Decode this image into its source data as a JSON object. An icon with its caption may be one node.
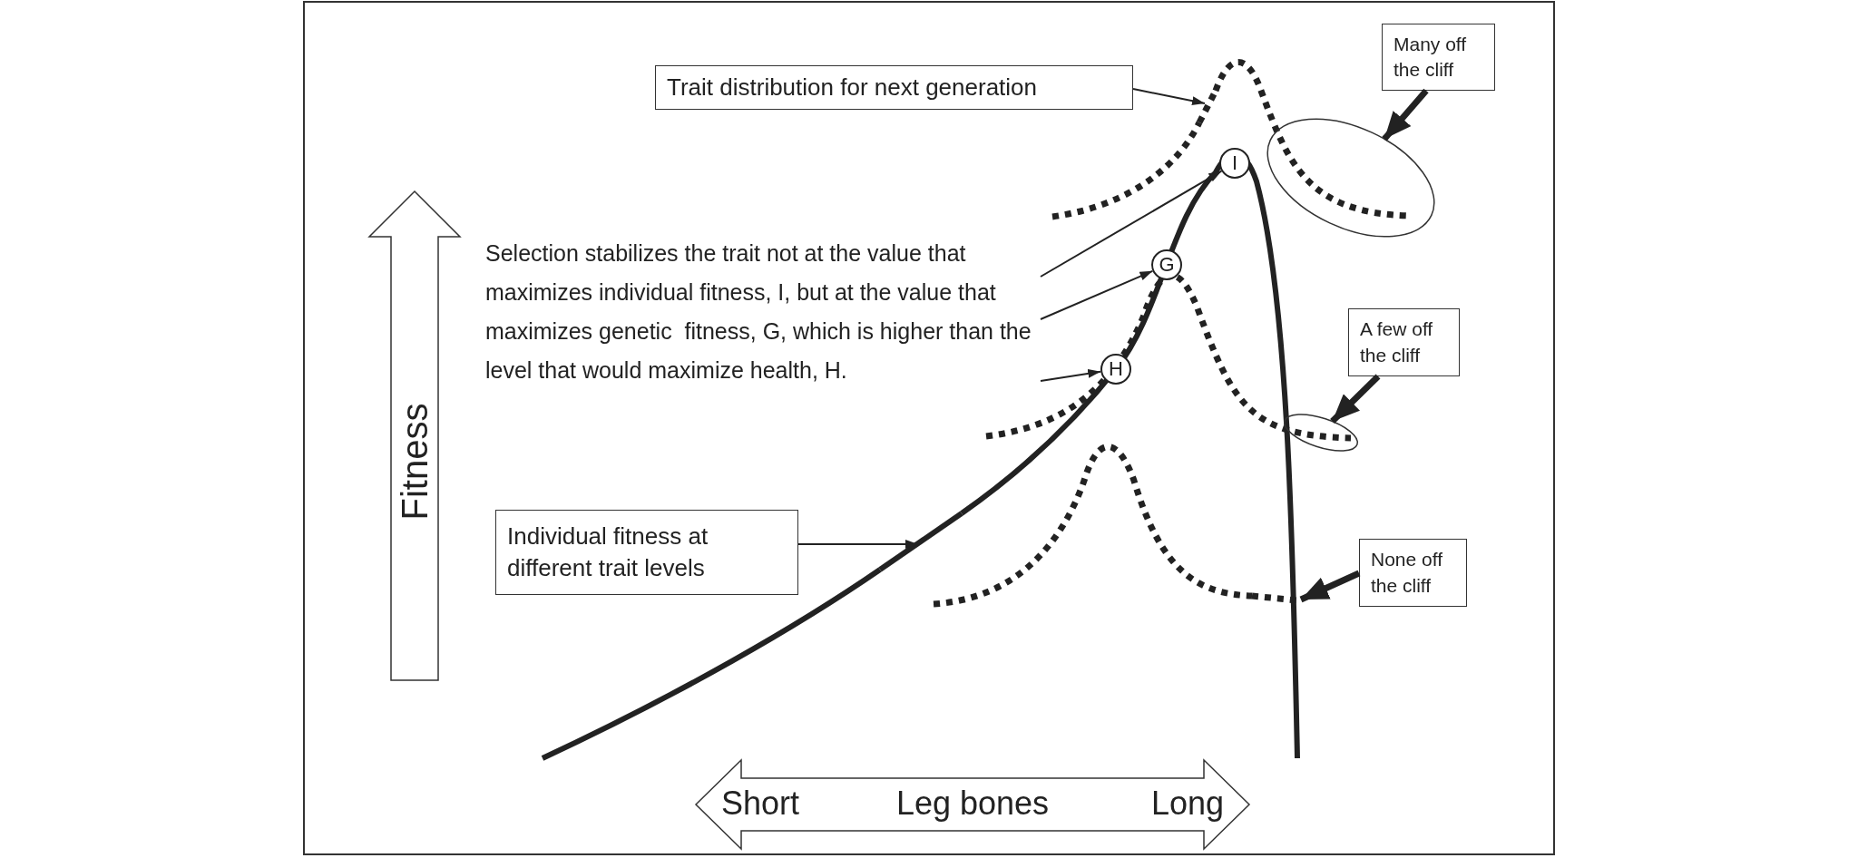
{
  "diagram": {
    "nodes": [
      {
        "text": [
          "Trait distribution for next generation"
        ]
      },
      {
        "text": [
          "Many off the cliff"
        ]
      },
      {
        "text": [],
        "shape": "ellipse"
      },
      {
        "text": [
          "I"
        ]
      },
      {
        "text": [
          "G"
        ]
      },
      {
        "text": [
          "Selection stabilizes the trait not at the value that maximizes individual fitness, I, but at the value that maximizes genetic  fitness, G, which is higher than the level that would maximize health, H."
        ]
      },
      {
        "text": [
          "H"
        ]
      },
      {
        "text": [
          "Fitness"
        ]
      },
      {
        "text": [
          "A few off the cliff"
        ]
      },
      {
        "text": [],
        "shape": "ellipse"
      },
      {
        "text": [
          "Individual fitness at different trait levels"
        ]
      },
      {
        "text": [
          "None off the cliff"
        ]
      },
      {
        "text": [
          "Short",
          "Leg bones",
          "Long"
        ]
      },
      {
        "text": [],
        "shape": "curve"
      },
      {
        "text": [],
        "shape": "curve"
      },
      {
        "text": [],
        "shape": "curve"
      }
    ],
    "edges": [
      {
        "from": 0,
        "to": 13,
        "arrow": "to"
      },
      {
        "from": 1,
        "to": 2,
        "arrow": "to",
        "style": "thick"
      },
      {
        "from": 5,
        "to": 3,
        "arrow": "to"
      },
      {
        "from": 5,
        "to": 4,
        "arrow": "to"
      },
      {
        "from": 5,
        "to": 6,
        "arrow": "to"
      },
      {
        "from": 8,
        "to": 9,
        "arrow": "to",
        "style": "thick"
      },
      {
        "from": 10,
        "to": 14,
        "arrow": "to"
      },
      {
        "from": 11,
        "to": 15,
        "arrow": "to",
        "style": "thick"
      }
    ]
  }
}
